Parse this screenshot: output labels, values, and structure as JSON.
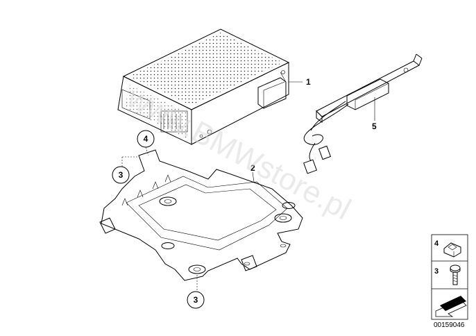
{
  "parts": [
    {
      "number": "1"
    },
    {
      "number": "2"
    },
    {
      "number": "5"
    }
  ],
  "callouts": {
    "bracket_nut": "4",
    "screw_left": "3",
    "screw_bottom": "3"
  },
  "legend": {
    "nut_number": "4",
    "screw_number": "3"
  },
  "diagram_code": "00159046",
  "watermark": "www.BMWstore.pl"
}
